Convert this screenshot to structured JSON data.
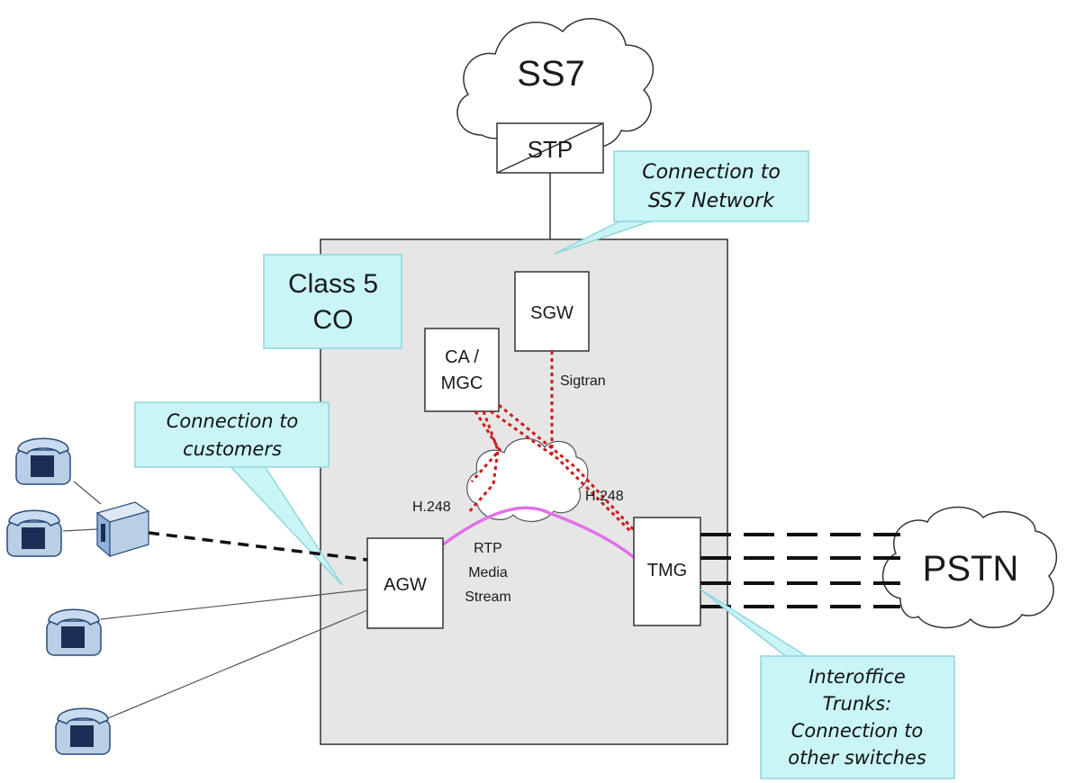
{
  "colors": {
    "co_fill": "#e6e6e6",
    "callout_fill": "#c9f5f7",
    "callout_stroke": "#8fd6dc",
    "signaling_line": "#cc1a1a",
    "rtp_line": "#e070e8",
    "phone_fill": "#b9cfe6"
  },
  "clouds": {
    "ss7": "SS7",
    "pstn": "PSTN"
  },
  "nodes": {
    "stp": "STP",
    "sgw": "SGW",
    "ca_line1": "CA /",
    "ca_line2": "MGC",
    "agw": "AGW",
    "tmg": "TMG"
  },
  "labels": {
    "co_line1": "Class 5",
    "co_line2": "CO",
    "sigtran": "Sigtran",
    "h248_left": "H.248",
    "h248_right": "H.248",
    "rtp_line1": "RTP",
    "rtp_line2": "Media",
    "rtp_line3": "Stream"
  },
  "callouts": {
    "ss7_conn_line1": "Connection to",
    "ss7_conn_line2": "SS7 Network",
    "cust_line1": "Connection to",
    "cust_line2": "customers",
    "trunk_line1": "Interoffice",
    "trunk_line2": "Trunks:",
    "trunk_line3": "Connection to",
    "trunk_line4": "other switches"
  },
  "icons": [
    "phone-icon",
    "phone-icon",
    "phone-icon",
    "phone-icon",
    "concentrator-icon"
  ]
}
